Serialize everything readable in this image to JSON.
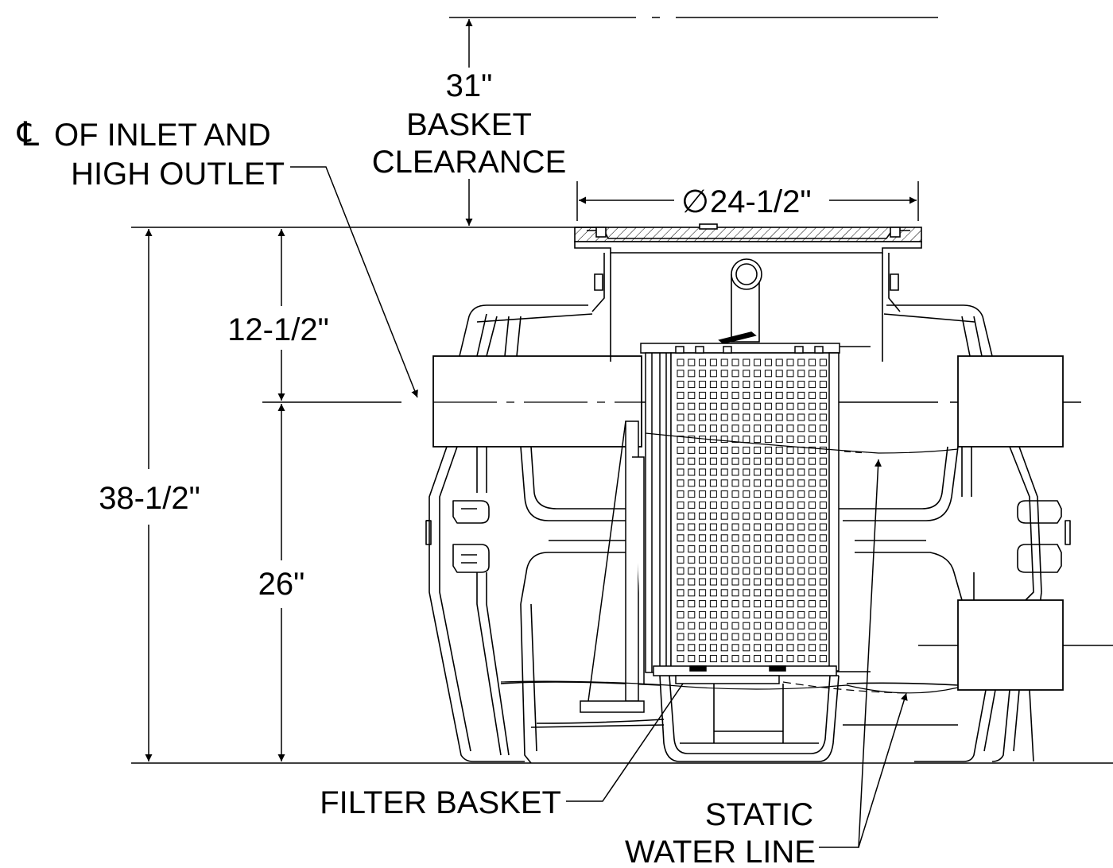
{
  "labels": {
    "clearance_value": "31\"",
    "clearance_line1": "BASKET",
    "clearance_line2": "CLEARANCE",
    "centerline_symbol": "℄",
    "centerline_line1": "OF INLET AND",
    "centerline_line2": "HIGH OUTLET",
    "diameter_symbol": "∅",
    "diameter_value": "24-1/2\"",
    "upper_height": "12-1/2\"",
    "total_height": "38-1/2\"",
    "lower_height": "26\"",
    "filter_basket": "FILTER BASKET",
    "static_line1": "STATIC",
    "static_line2": "WATER LINE"
  }
}
